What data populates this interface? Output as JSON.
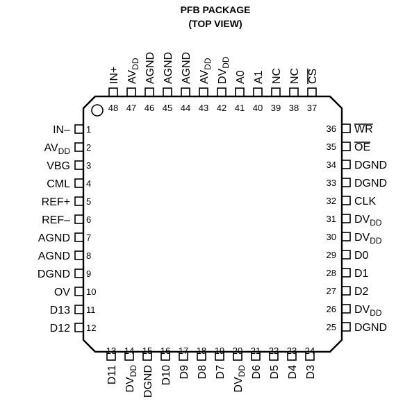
{
  "title": "PFB PACKAGE",
  "subtitle": "(TOP VIEW)",
  "pins": {
    "left": [
      {
        "num": "1",
        "name": "IN–"
      },
      {
        "num": "2",
        "name": "AV",
        "sub": "DD"
      },
      {
        "num": "3",
        "name": "VBG"
      },
      {
        "num": "4",
        "name": "CML"
      },
      {
        "num": "5",
        "name": "REF+"
      },
      {
        "num": "6",
        "name": "REF–"
      },
      {
        "num": "7",
        "name": "AGND"
      },
      {
        "num": "8",
        "name": "AGND"
      },
      {
        "num": "9",
        "name": "DGND"
      },
      {
        "num": "10",
        "name": "OV"
      },
      {
        "num": "11",
        "name": "D13"
      },
      {
        "num": "12",
        "name": "D12"
      }
    ],
    "bottom": [
      {
        "num": "13",
        "name": "D11"
      },
      {
        "num": "14",
        "name": "DV",
        "sub": "DD"
      },
      {
        "num": "15",
        "name": "DGND"
      },
      {
        "num": "16",
        "name": "D10"
      },
      {
        "num": "17",
        "name": "D9"
      },
      {
        "num": "18",
        "name": "D8"
      },
      {
        "num": "19",
        "name": "D7"
      },
      {
        "num": "20",
        "name": "DV",
        "sub": "DD"
      },
      {
        "num": "21",
        "name": "D6"
      },
      {
        "num": "22",
        "name": "D5"
      },
      {
        "num": "23",
        "name": "D4"
      },
      {
        "num": "24",
        "name": "D3"
      }
    ],
    "right": [
      {
        "num": "25",
        "name": "DGND"
      },
      {
        "num": "26",
        "name": "DV",
        "sub": "DD"
      },
      {
        "num": "27",
        "name": "D2"
      },
      {
        "num": "28",
        "name": "D1"
      },
      {
        "num": "29",
        "name": "D0"
      },
      {
        "num": "30",
        "name": "DV",
        "sub": "DD"
      },
      {
        "num": "31",
        "name": "DV",
        "sub": "DD"
      },
      {
        "num": "32",
        "name": "CLK"
      },
      {
        "num": "33",
        "name": "DGND"
      },
      {
        "num": "34",
        "name": "DGND"
      },
      {
        "num": "35",
        "name": "OE",
        "overbar": true
      },
      {
        "num": "36",
        "name": "WR",
        "overbar": true
      }
    ],
    "top": [
      {
        "num": "37",
        "name": "CS",
        "overbar": true
      },
      {
        "num": "38",
        "name": "NC"
      },
      {
        "num": "39",
        "name": "NC"
      },
      {
        "num": "40",
        "name": "A1"
      },
      {
        "num": "41",
        "name": "A0"
      },
      {
        "num": "42",
        "name": "DV",
        "sub": "DD"
      },
      {
        "num": "43",
        "name": "AV",
        "sub": "DD"
      },
      {
        "num": "44",
        "name": "AGND"
      },
      {
        "num": "45",
        "name": "AGND"
      },
      {
        "num": "46",
        "name": "AGND"
      },
      {
        "num": "47",
        "name": "AV",
        "sub": "DD"
      },
      {
        "num": "48",
        "name": "IN+"
      }
    ]
  }
}
